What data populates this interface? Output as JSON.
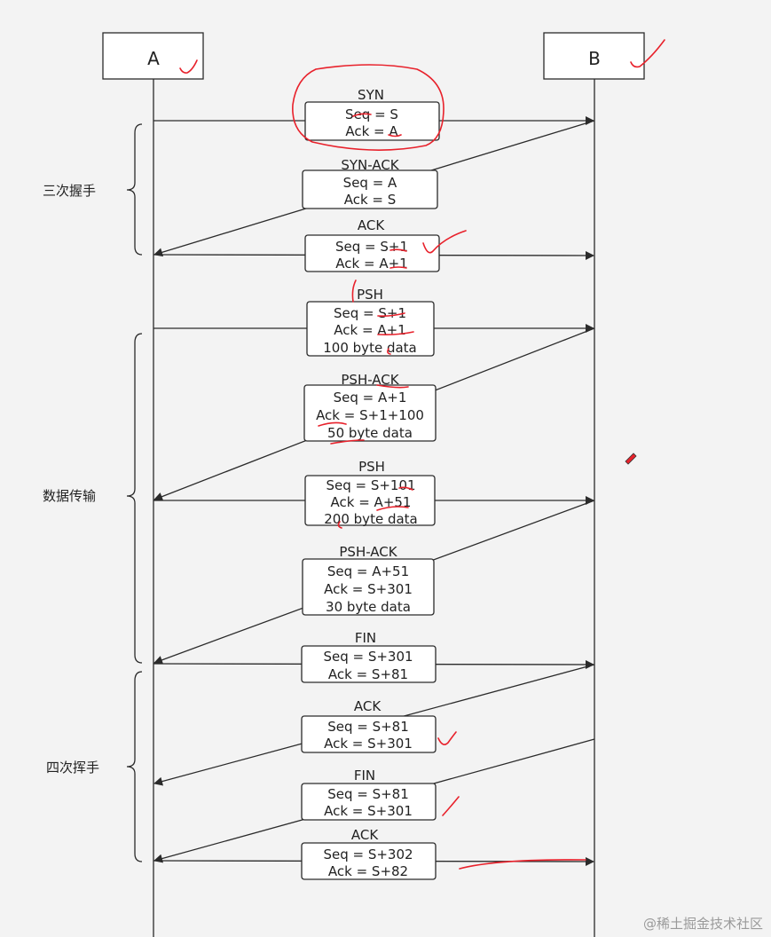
{
  "participants": {
    "a": "A",
    "b": "B"
  },
  "phases": [
    "三次握手",
    "数据传输",
    "四次挥手"
  ],
  "messages": [
    {
      "title": "SYN",
      "lines": [
        "Seq = S",
        "Ack = A"
      ]
    },
    {
      "title": "SYN-ACK",
      "lines": [
        "Seq = A",
        "Ack = S"
      ]
    },
    {
      "title": "ACK",
      "lines": [
        "Seq = S+1",
        "Ack = A+1"
      ]
    },
    {
      "title": "PSH",
      "lines": [
        "Seq = S+1",
        "Ack = A+1",
        "100 byte data"
      ]
    },
    {
      "title": "PSH-ACK",
      "lines": [
        "Seq = A+1",
        "Ack = S+1+100",
        "50 byte data"
      ]
    },
    {
      "title": "PSH",
      "lines": [
        "Seq = S+101",
        "Ack = A+51",
        "200 byte data"
      ]
    },
    {
      "title": "PSH-ACK",
      "lines": [
        "Seq = A+51",
        "Ack = S+301",
        "30 byte data"
      ]
    },
    {
      "title": "FIN",
      "lines": [
        "Seq = S+301",
        "Ack = S+81"
      ]
    },
    {
      "title": "ACK",
      "lines": [
        "Seq = S+81",
        "Ack = S+301"
      ]
    },
    {
      "title": "FIN",
      "lines": [
        "Seq = S+81",
        "Ack = S+301"
      ]
    },
    {
      "title": "ACK",
      "lines": [
        "Seq = S+302",
        "Ack = S+82"
      ]
    }
  ],
  "watermark": "@稀土掘金技术社区",
  "colors": {
    "line": "#2b2b2b",
    "box_fill": "#ffffff",
    "annotation": "#e8212b"
  }
}
